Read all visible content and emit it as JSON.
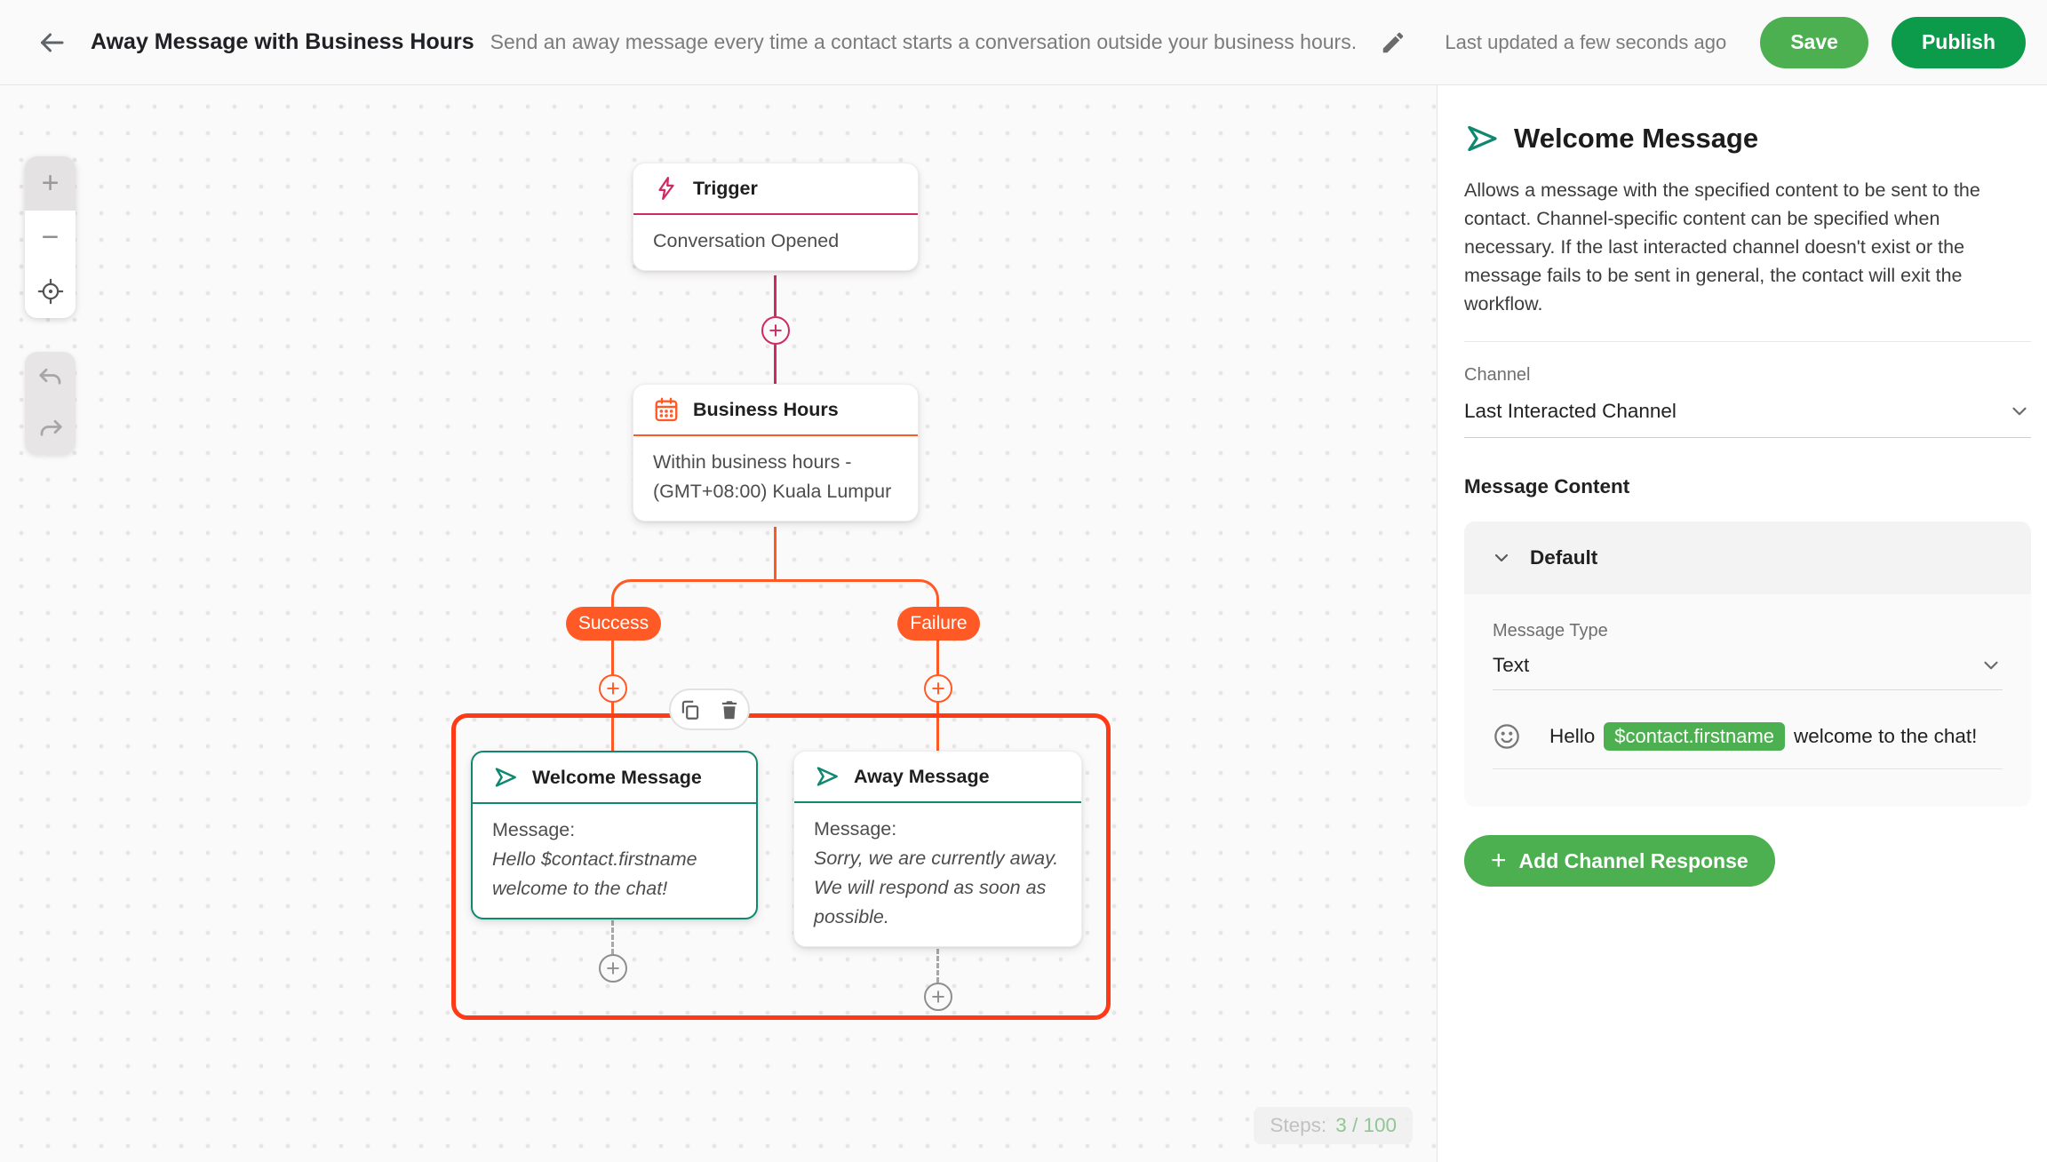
{
  "header": {
    "title": "Away Message with Business Hours",
    "subtitle": "Send an away message every time a contact starts a conversation outside your business hours.",
    "last_updated": "Last updated a few seconds ago",
    "save_label": "Save",
    "publish_label": "Publish"
  },
  "icons": {
    "plus": "+",
    "minus": "−"
  },
  "canvas": {
    "nodes": {
      "trigger": {
        "title": "Trigger",
        "body": "Conversation Opened"
      },
      "business_hours": {
        "title": "Business Hours",
        "line1": "Within business hours -",
        "line2": "(GMT+08:00) Kuala Lumpur"
      },
      "welcome": {
        "title": "Welcome Message",
        "label": "Message:",
        "line1": "Hello $contact.firstname",
        "line2": "welcome to the chat!"
      },
      "away": {
        "title": "Away Message",
        "label": "Message:",
        "line1": "Sorry, we are currently away.",
        "line2": "We will respond as soon as",
        "line3": "possible."
      }
    },
    "branches": {
      "success": "Success",
      "failure": "Failure"
    },
    "steps": {
      "label": "Steps:",
      "value": "3 / 100"
    }
  },
  "panel": {
    "title": "Welcome Message",
    "description": "Allows a message with the specified content to be sent to the contact. Channel-specific content can be specified when necessary. If the last interacted channel doesn't exist or the message fails to be sent in general, the contact will exit the workflow.",
    "channel_label": "Channel",
    "channel_value": "Last Interacted Channel",
    "message_content_label": "Message Content",
    "default_label": "Default",
    "message_type_label": "Message Type",
    "message_type_value": "Text",
    "message_prefix": "Hello",
    "message_variable": "$contact.firstname",
    "message_suffix": "welcome to the chat!",
    "add_channel_response": "Add Channel Response"
  },
  "colors": {
    "save_green": "#4caf50",
    "publish_green": "#0c9b4b",
    "trigger_pink": "#cf2a62",
    "branch_orange": "#ff5a26",
    "selection_red": "#ff3b17",
    "message_teal": "#10876f",
    "variable_chip_green": "#4caf50"
  }
}
